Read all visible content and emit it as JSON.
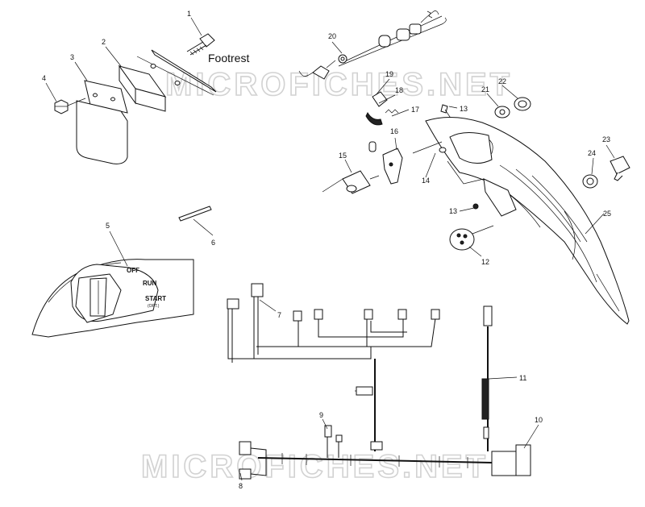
{
  "footrest_label": "Footrest",
  "switch_labels": {
    "off": "OFF",
    "run": "RUN",
    "start": "START",
    "opt": "(OPT.)"
  },
  "watermark": "MICROFICHES.NET",
  "callouts": [
    "1",
    "2",
    "3",
    "4",
    "5",
    "6",
    "7",
    "8",
    "9",
    "10",
    "11",
    "12",
    "13",
    "13",
    "14",
    "15",
    "16",
    "17",
    "18",
    "19",
    "20",
    "21",
    "22",
    "23",
    "24",
    "25"
  ],
  "colors": {
    "line": "#111111",
    "watermark": "#d2d2d2",
    "background": "#ffffff"
  }
}
